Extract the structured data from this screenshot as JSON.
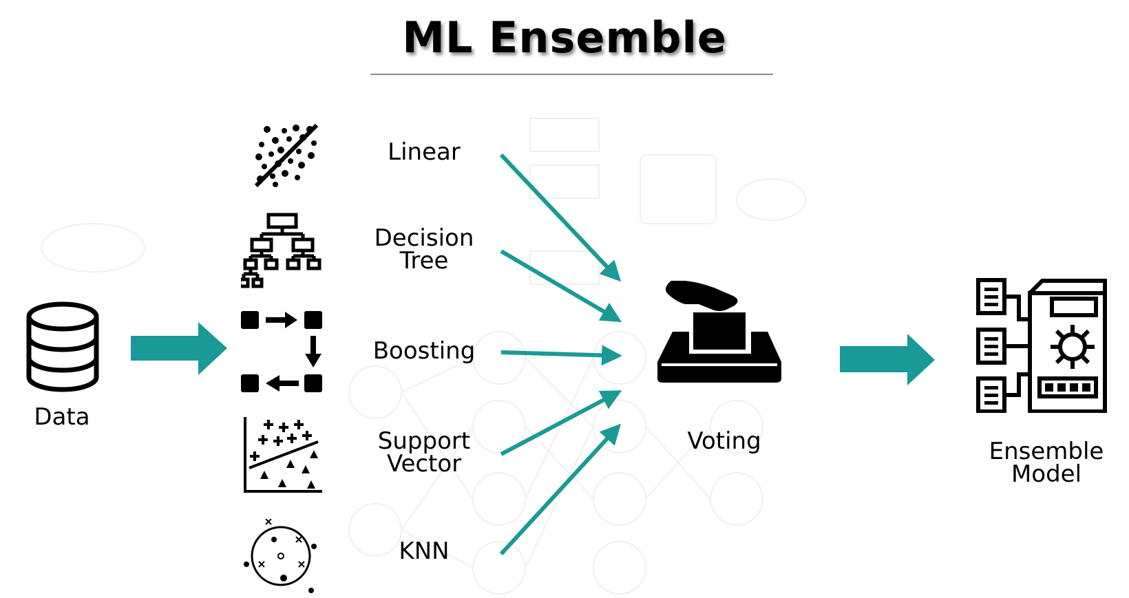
{
  "title": "ML Ensemble",
  "data_label": "Data",
  "models": [
    {
      "label": "Linear",
      "icon": "scatter-regression-icon"
    },
    {
      "label": "Decision\nTree",
      "icon": "decision-tree-icon"
    },
    {
      "label": "Boosting",
      "icon": "boosting-flow-icon"
    },
    {
      "label": "Support\nVector",
      "icon": "svm-plot-icon"
    },
    {
      "label": "KNN",
      "icon": "knn-cluster-icon"
    }
  ],
  "voting_label": "Voting",
  "ensemble_label": "Ensemble\nModel",
  "colors": {
    "arrow": "#1a9a96",
    "rule": "#8a8a8a",
    "text": "#000000"
  }
}
